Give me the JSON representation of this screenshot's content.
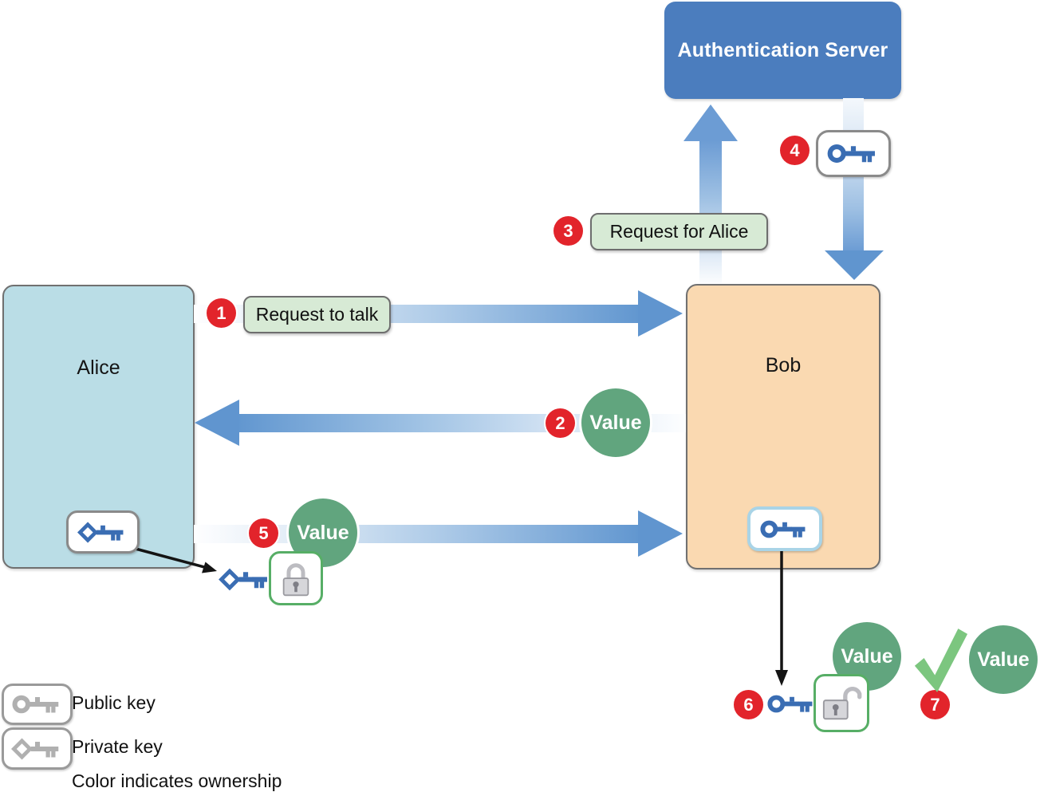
{
  "nodes": {
    "auth_server": {
      "label": "Authentication Server",
      "color": "#4B7DBE"
    },
    "alice": {
      "label": "Alice",
      "color": "#BADDE6"
    },
    "bob": {
      "label": "Bob",
      "color": "#FAD9B1"
    }
  },
  "steps": [
    {
      "num": "1",
      "label": "Request to talk"
    },
    {
      "num": "2",
      "value": "Value"
    },
    {
      "num": "3",
      "label": "Request for Alice"
    },
    {
      "num": "4",
      "icon": "public-key-icon"
    },
    {
      "num": "5",
      "value": "Value",
      "icon": "private-key-icon + locked-padlock-icon"
    },
    {
      "num": "6",
      "value": "Value",
      "icon": "public-key-icon + unlocked-padlock-icon"
    },
    {
      "num": "7",
      "value": "Value",
      "icon": "checkmark-icon"
    }
  ],
  "legend": {
    "public_key_label": "Public key",
    "private_key_label": "Private key",
    "ownership_note": "Color indicates ownership"
  },
  "icons": {
    "public_key": "key glyph with round bow",
    "private_key": "key glyph with diamond bow",
    "locked_padlock": "closed padlock glyph",
    "unlocked_padlock": "open padlock glyph",
    "checkmark": "✓"
  },
  "colors": {
    "step_badge_red": "#E2242B",
    "value_green": "#61A57E",
    "message_label_bg": "#D7EAD5",
    "arrow_blue": "#6297D0",
    "key_blue": "#3A6DB3",
    "lock_border_green": "#57AE66",
    "checkmark_green": "#7CC67F"
  }
}
